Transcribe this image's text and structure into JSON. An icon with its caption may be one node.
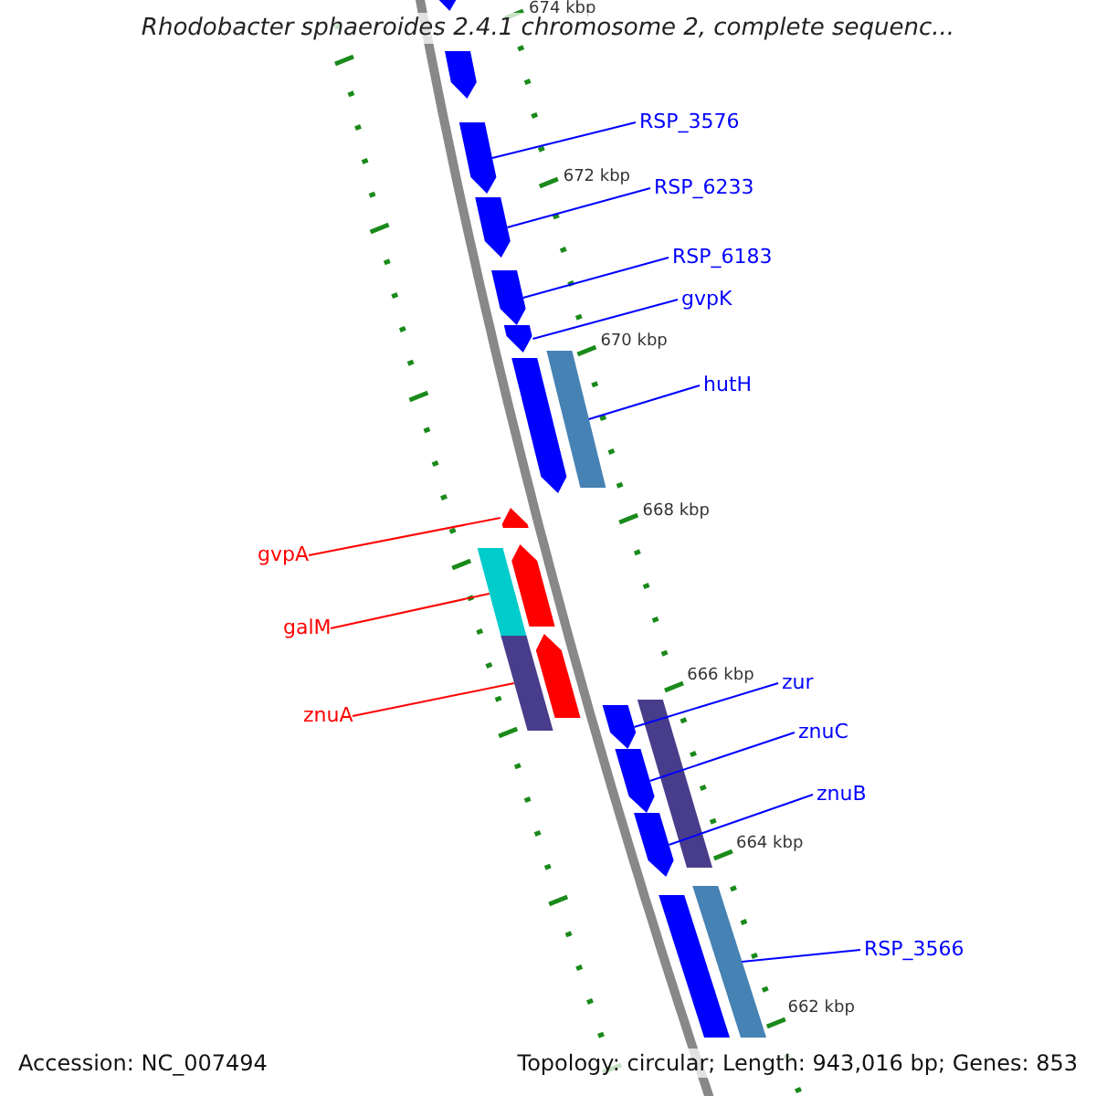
{
  "diagram": {
    "title": "Rhodobacter sphaeroides 2.4.1 chromosome 2, complete sequenc...",
    "nodes": [
      {
        "text": [
          "RSP_3576"
        ]
      },
      {
        "text": [
          "RSP_6233"
        ]
      },
      {
        "text": [
          "RSP_6183"
        ]
      },
      {
        "text": [
          "gvpK"
        ]
      },
      {
        "text": [
          "hutH"
        ]
      },
      {
        "text": [
          "gvpA"
        ]
      },
      {
        "text": [
          "galM"
        ]
      },
      {
        "text": [
          "znuA"
        ]
      },
      {
        "text": [
          "zur"
        ]
      },
      {
        "text": [
          "znuC"
        ]
      },
      {
        "text": [
          "znuB"
        ]
      },
      {
        "text": [
          "RSP_3566"
        ]
      },
      {
        "text": [],
        "shape": "arrow"
      },
      {
        "text": [],
        "shape": "arrow"
      },
      {
        "text": [],
        "shape": "arrow"
      },
      {
        "text": [],
        "shape": "arrow"
      },
      {
        "text": [],
        "shape": "bar"
      },
      {
        "text": [],
        "shape": "arrow"
      },
      {
        "text": [],
        "shape": "bar"
      },
      {
        "text": [],
        "shape": "bar"
      },
      {
        "text": [],
        "shape": "arrow"
      },
      {
        "text": [],
        "shape": "arrow"
      },
      {
        "text": [],
        "shape": "arrow"
      },
      {
        "text": [],
        "shape": "bar"
      },
      {
        "text": [],
        "shape": "arrow"
      },
      {
        "text": [],
        "shape": "arrow"
      },
      {
        "text": [],
        "shape": "arrow"
      },
      {
        "text": [],
        "shape": "arrow"
      },
      {
        "text": [],
        "shape": "arrow"
      },
      {
        "text": [],
        "shape": "bar"
      },
      {
        "text": [],
        "shape": "bar"
      }
    ],
    "edges": [
      {
        "from": 0,
        "to": 12,
        "arrow": "none"
      },
      {
        "from": 1,
        "to": 13,
        "arrow": "none"
      },
      {
        "from": 2,
        "to": 14,
        "arrow": "none"
      },
      {
        "from": 3,
        "to": 15,
        "arrow": "none"
      },
      {
        "from": 4,
        "to": 16,
        "arrow": "none"
      },
      {
        "from": 5,
        "to": 17,
        "arrow": "none",
        "color": "#ff0000"
      },
      {
        "from": 6,
        "to": 18,
        "arrow": "none",
        "color": "#ff0000"
      },
      {
        "from": 7,
        "to": 19,
        "arrow": "none",
        "color": "#ff0000"
      },
      {
        "from": 8,
        "to": 20,
        "arrow": "none"
      },
      {
        "from": 9,
        "to": 21,
        "arrow": "none"
      },
      {
        "from": 10,
        "to": 22,
        "arrow": "none"
      },
      {
        "from": 11,
        "to": 23,
        "arrow": "none"
      }
    ],
    "labels": [
      "674 kbp",
      "672 kbp",
      "670 kbp",
      "668 kbp",
      "666 kbp",
      "664 kbp",
      "662 kbp",
      "Accession: NC_007494",
      "Topology: circular; Length: 943,016 bp; Genes: 853"
    ]
  }
}
